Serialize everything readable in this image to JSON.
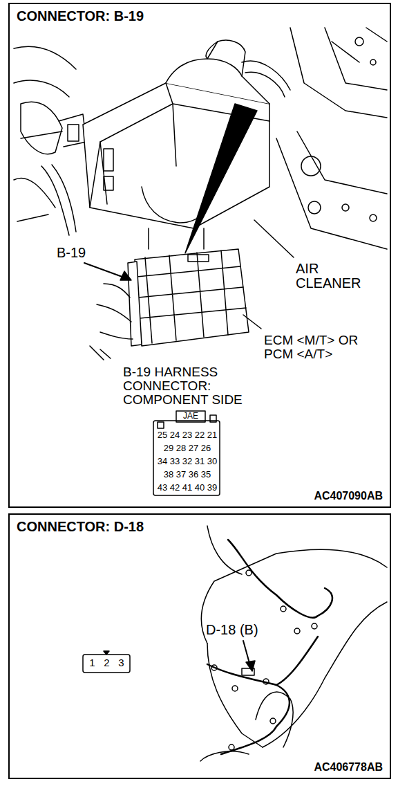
{
  "diagram": {
    "nodes": [
      {
        "text": [
          "CONNECTOR: B-19",
          "AC407090AB"
        ]
      },
      {
        "text": [
          "CONNECTOR: D-18",
          "AC406778AB"
        ]
      }
    ],
    "edges": [],
    "labels": [
      "B-19",
      "AIR CLEANER",
      "ECM <M/T> OR PCM <A/T>",
      "B-19 HARNESS CONNECTOR: COMPONENT SIDE",
      "JAE",
      "25",
      "24",
      "23",
      "22",
      "21",
      "29",
      "28",
      "27",
      "26",
      "34",
      "33",
      "32",
      "31",
      "30",
      "38",
      "37",
      "36",
      "35",
      "43",
      "42",
      "41",
      "40",
      "39",
      "D-18 (B)",
      "1",
      "2",
      "3"
    ]
  }
}
